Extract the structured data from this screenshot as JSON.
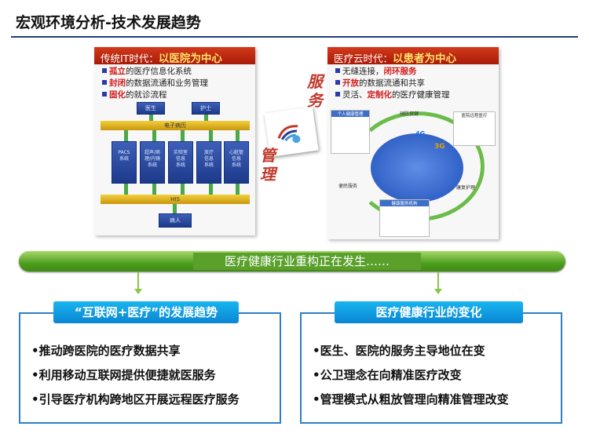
{
  "page": {
    "title": "宏观环境分析-技术发展趋势"
  },
  "left_panel": {
    "header_prefix": "传统IT时代：",
    "header_emphasis": "以医院为中心",
    "bullets": [
      {
        "highlight": "孤立",
        "rest": "的医疗信息化系统"
      },
      {
        "highlight": "封闭",
        "rest": "的数据流通和业务管理"
      },
      {
        "highlight": "固化",
        "rest": "的就诊流程"
      }
    ],
    "diagram": {
      "top_boxes": [
        "医生",
        "护士"
      ],
      "bus_label": "电子病历",
      "systems": [
        "PACS\n系统",
        "超声/病\n理/内镜\n系统",
        "实验室\n信息\n系统",
        "放疗\n信息\n系统",
        "心脏管\n信息\n系统"
      ],
      "his_label": "HIS",
      "patient_label": "病人"
    }
  },
  "center": {
    "service_label": "服务",
    "management_label": "管理"
  },
  "right_panel": {
    "header_prefix": "医疗云时代：",
    "header_emphasis": "以患者为中心",
    "bullets": [
      {
        "before": "无缝连接，",
        "highlight": "闭环服务",
        "rest": ""
      },
      {
        "before": "",
        "highlight": "开放",
        "rest": "的数据流通和共享"
      },
      {
        "before": "灵活、",
        "highlight": "定制化",
        "rest": "的医疗健康管理"
      }
    ],
    "diagram": {
      "personal_health": "个人健康管理",
      "prevention": "预防保健",
      "hospital": "医院远程医疗",
      "convenience": "便民服务",
      "rehab": "康复护理",
      "health_platform": "健康服务机构",
      "network_4g": "4G",
      "network_3g": "3G"
    }
  },
  "banner": {
    "text": "医疗健康行业重构正在发生……"
  },
  "left_box": {
    "header": "“互联网+医疗”的发展趋势",
    "items": [
      "•推动跨医院的医疗数据共享",
      "•利用移动互联网提供便捷就医服务",
      "•引导医疗机构跨地区开展远程医疗服务"
    ]
  },
  "right_box": {
    "header": "医疗健康行业的变化",
    "items": [
      "•医生、医院的服务主导地位在变",
      "•公卫理念在向精准医疗改变",
      "•管理模式从粗放管理向精准管理改变"
    ]
  },
  "colors": {
    "header_red": "#c0260e",
    "highlight_red": "#d21a1a",
    "banner_green": "#5aa02a",
    "box_blue": "#0a86d2",
    "title_rule": "#1f3f7a"
  }
}
